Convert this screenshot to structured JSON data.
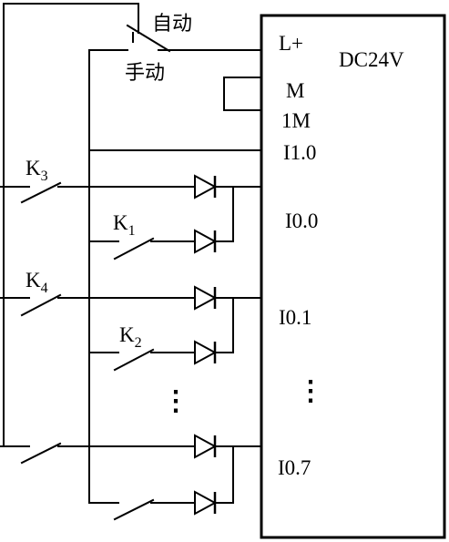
{
  "plc": {
    "supply": "DC24V",
    "terminals": [
      "L+",
      "M",
      "1M",
      "I1.0",
      "I0.0",
      "I0.1",
      "I0.7"
    ]
  },
  "selector": {
    "auto_label": "自动",
    "manual_label": "手动"
  },
  "switches": {
    "k3": {
      "letter": "K",
      "index": "3"
    },
    "k1": {
      "letter": "K",
      "index": "1"
    },
    "k4": {
      "letter": "K",
      "index": "4"
    },
    "k2": {
      "letter": "K",
      "index": "2"
    }
  },
  "ellipsis": "⋮"
}
